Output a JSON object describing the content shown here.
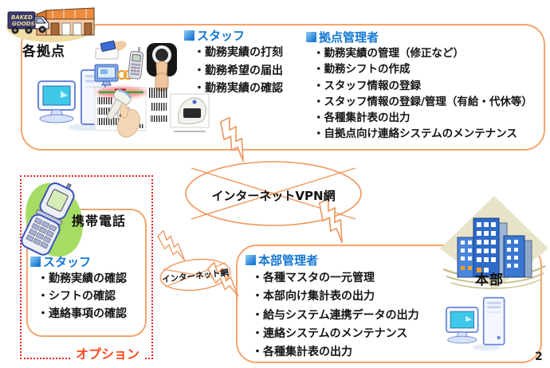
{
  "page": {
    "number": "2"
  },
  "colors": {
    "box_border": "#F4A46C",
    "dotted_border": "#EE2222",
    "header_blue": "#1478D2",
    "option_red": "#FB4A1E"
  },
  "sites": {
    "label": "各拠点",
    "truck_line1": "BAKED",
    "truck_line2": "GOODS",
    "staff": {
      "title": "スタッフ",
      "items": [
        "・勤務実績の打刻",
        "・勤務希望の届出",
        "・勤務実績の確認"
      ]
    },
    "manager": {
      "title": "拠点管理者",
      "items": [
        "・勤務実績の管理（修正など）",
        "・勤務シフトの作成",
        "・スタッフ情報の登録",
        "・スタッフ情報の登録/管理（有給・代休等）",
        "・各種集計表の出力",
        "・自拠点向け連絡システムのメンテナンス"
      ]
    }
  },
  "vpn_network": {
    "label": "インターネットVPN網"
  },
  "internet_network": {
    "label": "インターネット網"
  },
  "mobile": {
    "label": "携帯電話",
    "option_label": "オプション",
    "staff": {
      "title": "スタッフ",
      "items": [
        "・勤務実績の確認",
        "・シフトの確認",
        "・連絡事項の確認"
      ]
    }
  },
  "hq": {
    "label": "本部",
    "manager": {
      "title": "本部管理者",
      "items": [
        "・各種マスタの一元管理",
        "・本部向け集計表の出力",
        "・給与システム連携データの出力",
        "・連絡システムのメンテナンス",
        "・各種集計表の出力"
      ]
    }
  }
}
